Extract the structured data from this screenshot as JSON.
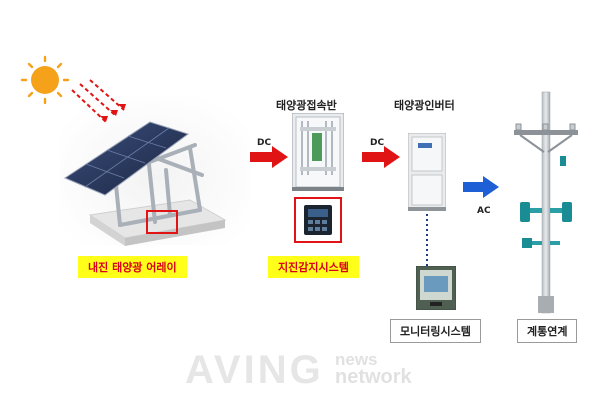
{
  "labels": {
    "array": "내진 태양광 어레이",
    "junction_box": "태양광접속반",
    "seismic_system": "지진감지시스템",
    "inverter": "태양광인버터",
    "monitoring": "모니터링시스템",
    "grid": "계통연계"
  },
  "flow": {
    "dc1": "DC",
    "dc2": "DC",
    "ac": "AC"
  },
  "watermark": {
    "main": "AVING",
    "news": "news",
    "network": "network"
  },
  "colors": {
    "highlight_bg": "#ffff1a",
    "highlight_text": "#d9001b",
    "red_arrow": "#e01414",
    "blue_arrow": "#1e5fd6",
    "sun": "#f5a21a"
  }
}
